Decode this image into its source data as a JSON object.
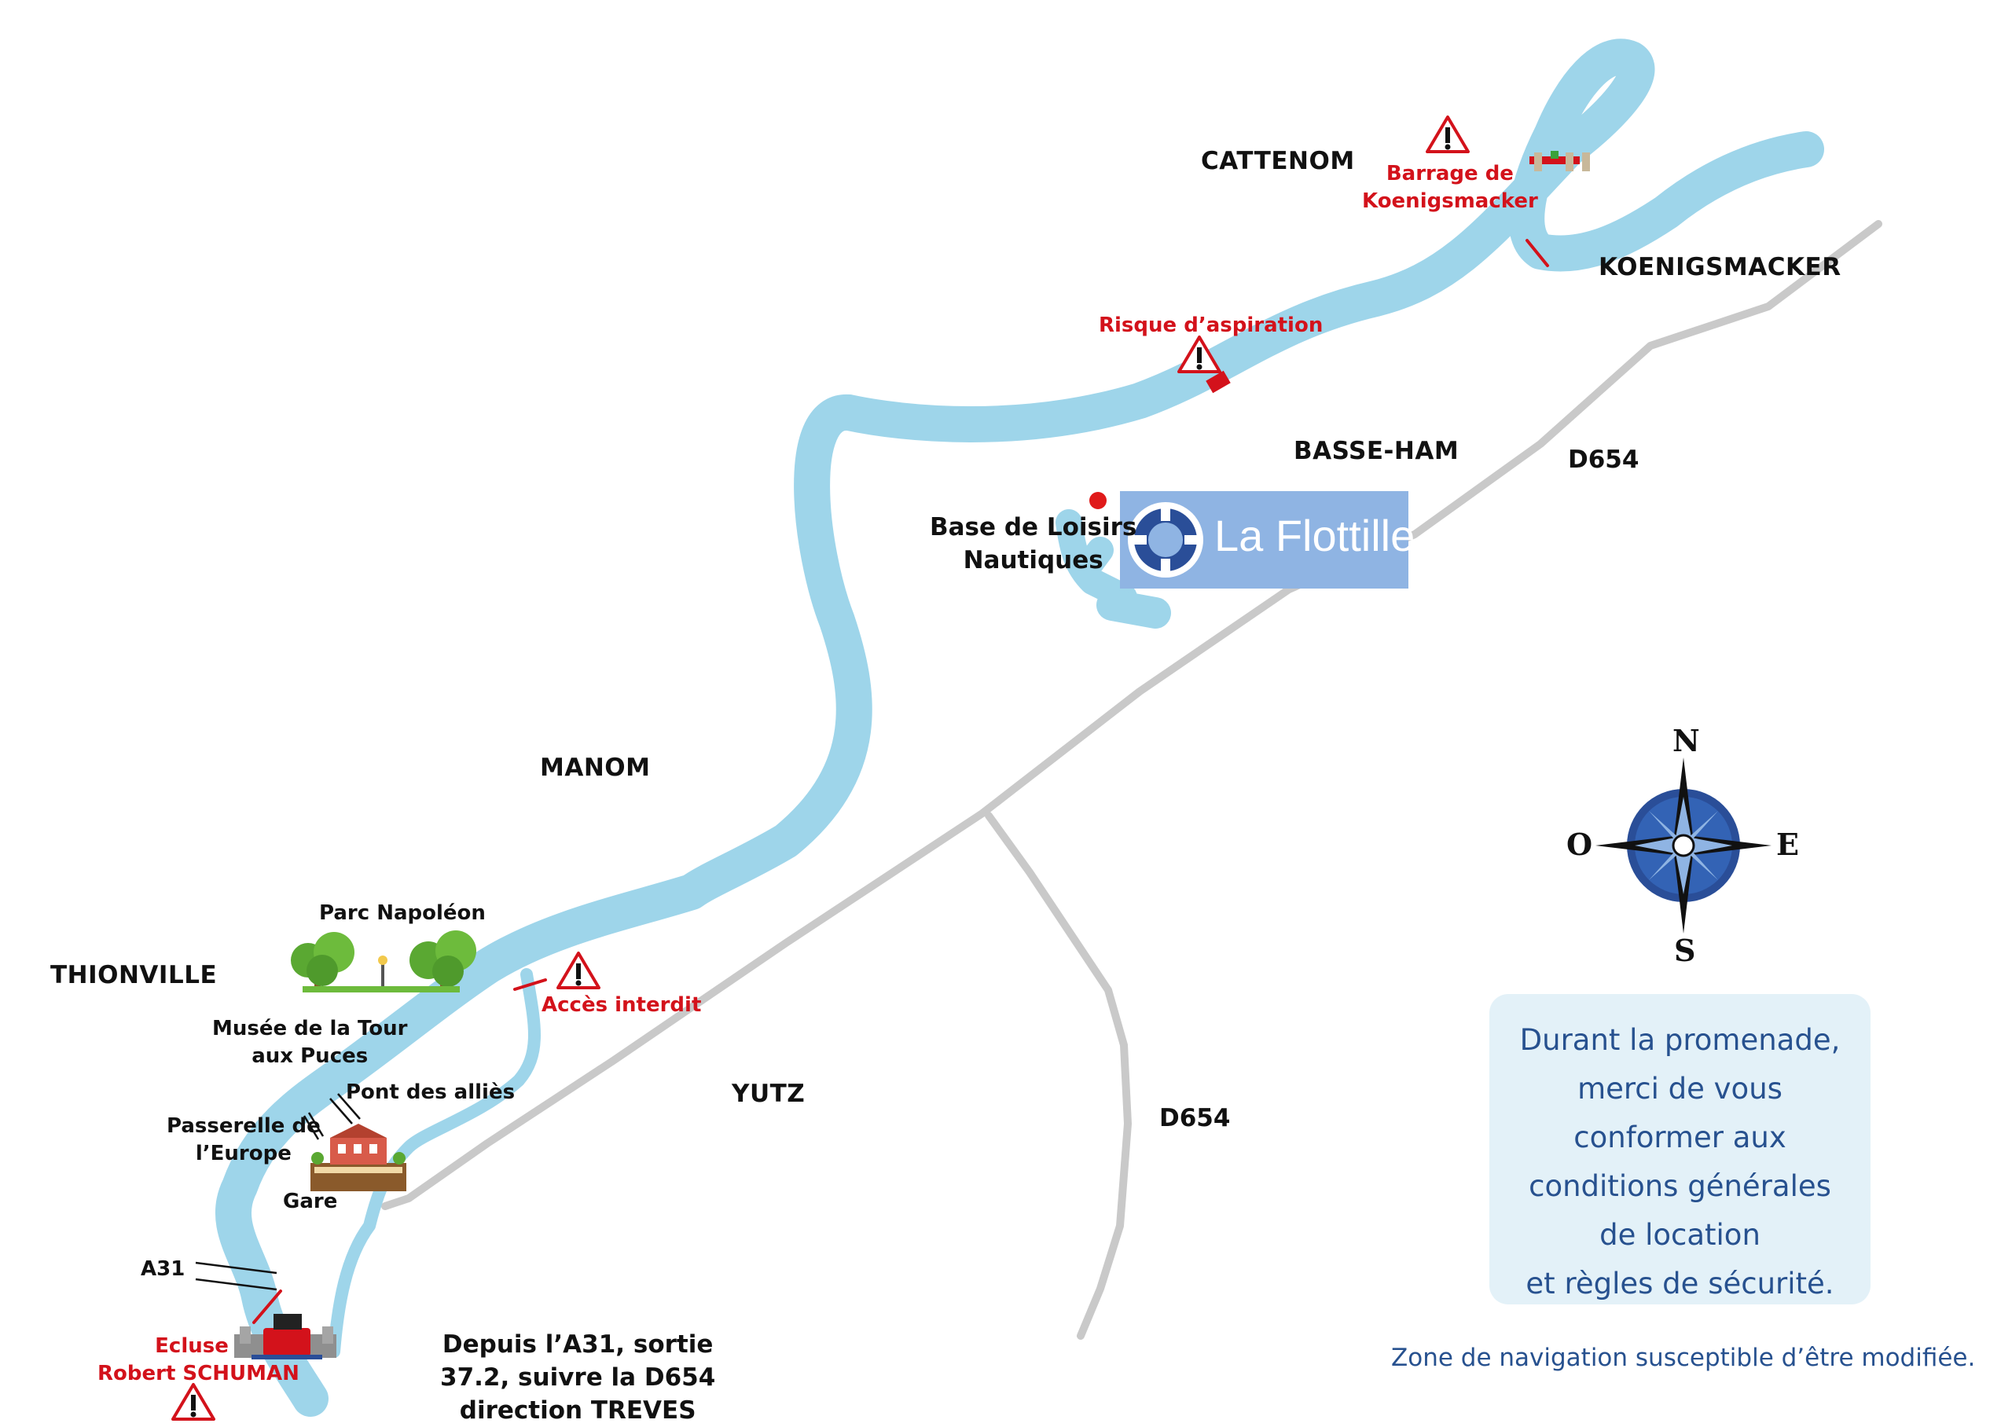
{
  "towns": {
    "cattenom": "CATTENOM",
    "koenigsmacker": "KOENIGSMACKER",
    "basse_ham": "BASSE-HAM",
    "manom": "MANOM",
    "thionville": "THIONVILLE",
    "yutz": "YUTZ"
  },
  "roads": {
    "d654_north": "D654",
    "d654_south": "D654",
    "a31": "A31"
  },
  "points_of_interest": {
    "base_loisirs": "Base de Loisirs\nNautiques",
    "parc_napoleon": "Parc Napoléon",
    "musee": "Musée de la Tour\naux Puces",
    "pont_allies": "Pont des alliès",
    "passerelle": "Passerelle de\nl’Europe",
    "gare": "Gare"
  },
  "warnings": {
    "barrage": "Barrage de\nKoenigsmacker",
    "risque": "Risque d’aspiration",
    "acces": "Accès interdit",
    "ecluse_line1": "Ecluse",
    "ecluse_line2": "Robert SCHUMAN"
  },
  "directions": "Depuis l’A31, sortie\n37.2, suivre la D654\ndirection TREVES",
  "logo": {
    "name": "La Flottille"
  },
  "compass": {
    "north": "N",
    "south": "S",
    "east": "E",
    "west": "O"
  },
  "info_box": "Durant la promenade,\nmerci de vous\nconformer aux\nconditions générales\nde location\net règles de sécurité.",
  "disclaimer": "Zone de navigation susceptible d’être modifiée.",
  "colors": {
    "river": "#9ed5ea",
    "road": "#c9c9c9",
    "warning": "#d3121b",
    "text_blue": "#27518f",
    "logo_bg": "#8fb4e3",
    "info_bg": "#e3f1f8",
    "compass": "#2a4e98"
  }
}
